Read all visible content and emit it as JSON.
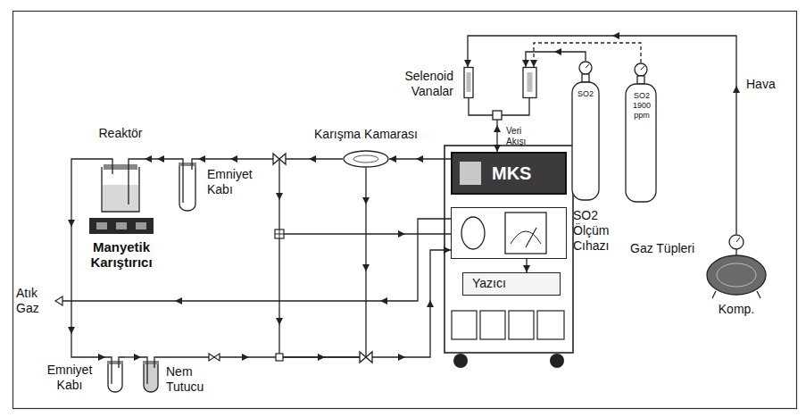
{
  "diagram": {
    "nodes": [
      {
        "text": [
          "Selenoid Vanalar"
        ]
      },
      {
        "text": [
          "SO2"
        ]
      },
      {
        "text": [
          "SO2",
          "1900 ppm"
        ]
      },
      {
        "text": [
          "Reaktör"
        ]
      },
      {
        "text": [
          "Emniyet Kabı"
        ]
      },
      {
        "text": [
          "Karışma Kamarası"
        ]
      },
      {
        "text": [
          "MKS"
        ]
      },
      {
        "text": [
          "Manyetik Karıştırıcı"
        ]
      },
      {
        "text": [
          "SO2 Ölçüm Cıhazı"
        ]
      },
      {
        "text": [
          "Komp."
        ]
      },
      {
        "text": [
          "Yazıcı"
        ]
      },
      {
        "text": [
          "Emniyet Kabı"
        ]
      },
      {
        "text": [
          "Nem Tutucu"
        ]
      }
    ],
    "edges": [
      {
        "from": 9,
        "to": 0,
        "arrow": "to"
      },
      {
        "from": 1,
        "to": 0,
        "arrow": "to"
      },
      {
        "from": 2,
        "to": 0,
        "arrow": "to"
      },
      {
        "from": 0,
        "to": 6,
        "label": "Veri Akışı",
        "arrow": "both"
      },
      {
        "from": 6,
        "to": 5,
        "arrow": "to"
      },
      {
        "from": 5,
        "to": 4,
        "arrow": "to"
      },
      {
        "from": 4,
        "to": 3,
        "arrow": "to"
      },
      {
        "from": 3,
        "to": 11,
        "arrow": "to"
      },
      {
        "from": 11,
        "to": 12,
        "arrow": "to"
      },
      {
        "from": 12,
        "to": 8,
        "arrow": "to"
      },
      {
        "from": 8,
        "to": 10,
        "arrow": "to"
      }
    ],
    "labels": [
      "Hava",
      "Gaz Tüpleri",
      "Atık Gaz"
    ]
  }
}
